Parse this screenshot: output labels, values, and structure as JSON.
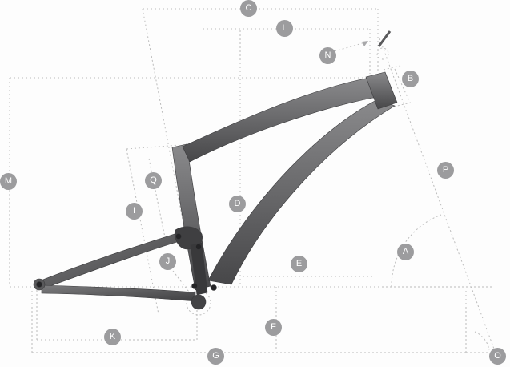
{
  "diagram": {
    "labels": {
      "A": "A",
      "B": "B",
      "C": "C",
      "D": "D",
      "E": "E",
      "F": "F",
      "G": "G",
      "I": "I",
      "J": "J",
      "K": "K",
      "L": "L",
      "M": "M",
      "N": "N",
      "O": "O",
      "P": "P",
      "Q": "Q"
    },
    "colors": {
      "label_bg": "#9c9c9e",
      "label_text": "#ffffff",
      "dimension_line": "#bcbcbc",
      "frame_light": "#8a8a8c",
      "frame_dark": "#474749",
      "background": "#fdfdfd"
    }
  }
}
